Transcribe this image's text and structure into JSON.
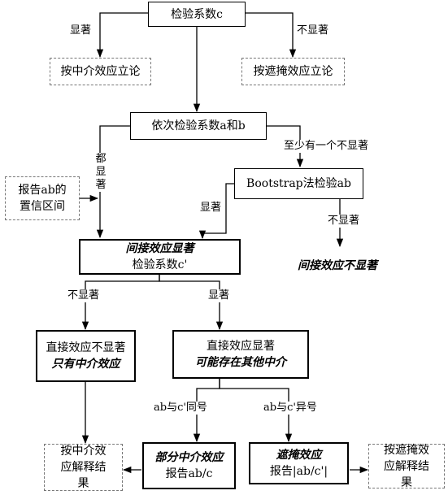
{
  "nodes": {
    "test_c": "检验系数c",
    "mediation_theory": "按中介效应立论",
    "masking_theory": "按遮掩效应立论",
    "test_ab": "依次检验系数a和b",
    "report_ab_ci": "报告ab的置信区间",
    "bootstrap": "Bootstrap法检验ab",
    "indirect_sig_title": "间接效应显著",
    "indirect_sig_sub": "检验系数c'",
    "indirect_not_sig": "间接效应不显著",
    "direct_not_sig_line1": "直接效应不显著",
    "direct_not_sig_line2": "只有中介效应",
    "direct_sig_line1": "直接效应显著",
    "direct_sig_line2": "可能存在其他中介",
    "interpret_mediation": "按中介效应解释结果",
    "partial_mediation_title": "部分中介效应",
    "partial_mediation_sub": "报告ab/c",
    "masking_effect_title": "遮掩效应",
    "masking_effect_sub": "报告|ab/c'|",
    "interpret_masking": "按遮掩效应解释结果"
  },
  "edges": {
    "significant": "显著",
    "not_significant": "不显著",
    "all_significant": "都显著",
    "at_least_one_not_sig": "至少有一个不显著",
    "same_sign": "ab与c'同号",
    "opposite_sign": "ab与c'异号"
  }
}
